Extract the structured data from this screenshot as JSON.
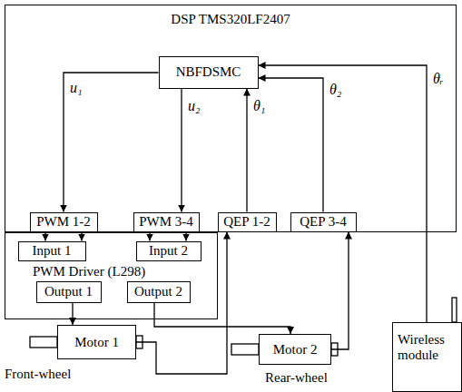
{
  "diagram": {
    "nodes": [
      {
        "text": [
          "DSP TMS320LF2407"
        ]
      },
      {
        "text": [
          "NBFDSMC"
        ],
        "in": 0
      },
      {
        "text": [
          "PWM 1-2"
        ],
        "in": 0
      },
      {
        "text": [
          "PWM 3-4"
        ],
        "in": 0
      },
      {
        "text": [
          "QEP 1-2"
        ],
        "in": 0
      },
      {
        "text": [
          "QEP 3-4"
        ],
        "in": 0
      },
      {
        "text": [
          "PWM Driver (L298)"
        ]
      },
      {
        "text": [
          "Input 1"
        ],
        "in": 6
      },
      {
        "text": [
          "Input 2"
        ],
        "in": 6
      },
      {
        "text": [
          "Output 1"
        ],
        "in": 6
      },
      {
        "text": [
          "Output 2"
        ],
        "in": 6
      },
      {
        "text": [
          "Motor 1"
        ]
      },
      {
        "text": [
          "Motor 2"
        ]
      },
      {
        "text": [
          "Wireless module"
        ]
      }
    ],
    "edges": [
      {
        "from": 1,
        "to": 2,
        "arrow": "to",
        "label": "u₁"
      },
      {
        "from": 1,
        "to": 3,
        "arrow": "to",
        "label": "u₂"
      },
      {
        "from": 4,
        "to": 1,
        "arrow": "to",
        "label": "θ₁"
      },
      {
        "from": 5,
        "to": 1,
        "arrow": "to",
        "label": "θ₂"
      },
      {
        "from": 13,
        "to": 1,
        "arrow": "to",
        "label": "θᵣ"
      },
      {
        "from": 2,
        "to": 7,
        "arrow": "to"
      },
      {
        "from": 2,
        "to": 7,
        "arrow": "to"
      },
      {
        "from": 3,
        "to": 8,
        "arrow": "to"
      },
      {
        "from": 3,
        "to": 8,
        "arrow": "to"
      },
      {
        "from": 9,
        "to": 11,
        "arrow": "to"
      },
      {
        "from": 10,
        "to": 12,
        "arrow": "to"
      },
      {
        "from": 11,
        "to": 4,
        "arrow": "to"
      },
      {
        "from": 12,
        "to": 5,
        "arrow": "to"
      }
    ],
    "labels": [
      "Front-wheel",
      "Rear-wheel"
    ]
  }
}
